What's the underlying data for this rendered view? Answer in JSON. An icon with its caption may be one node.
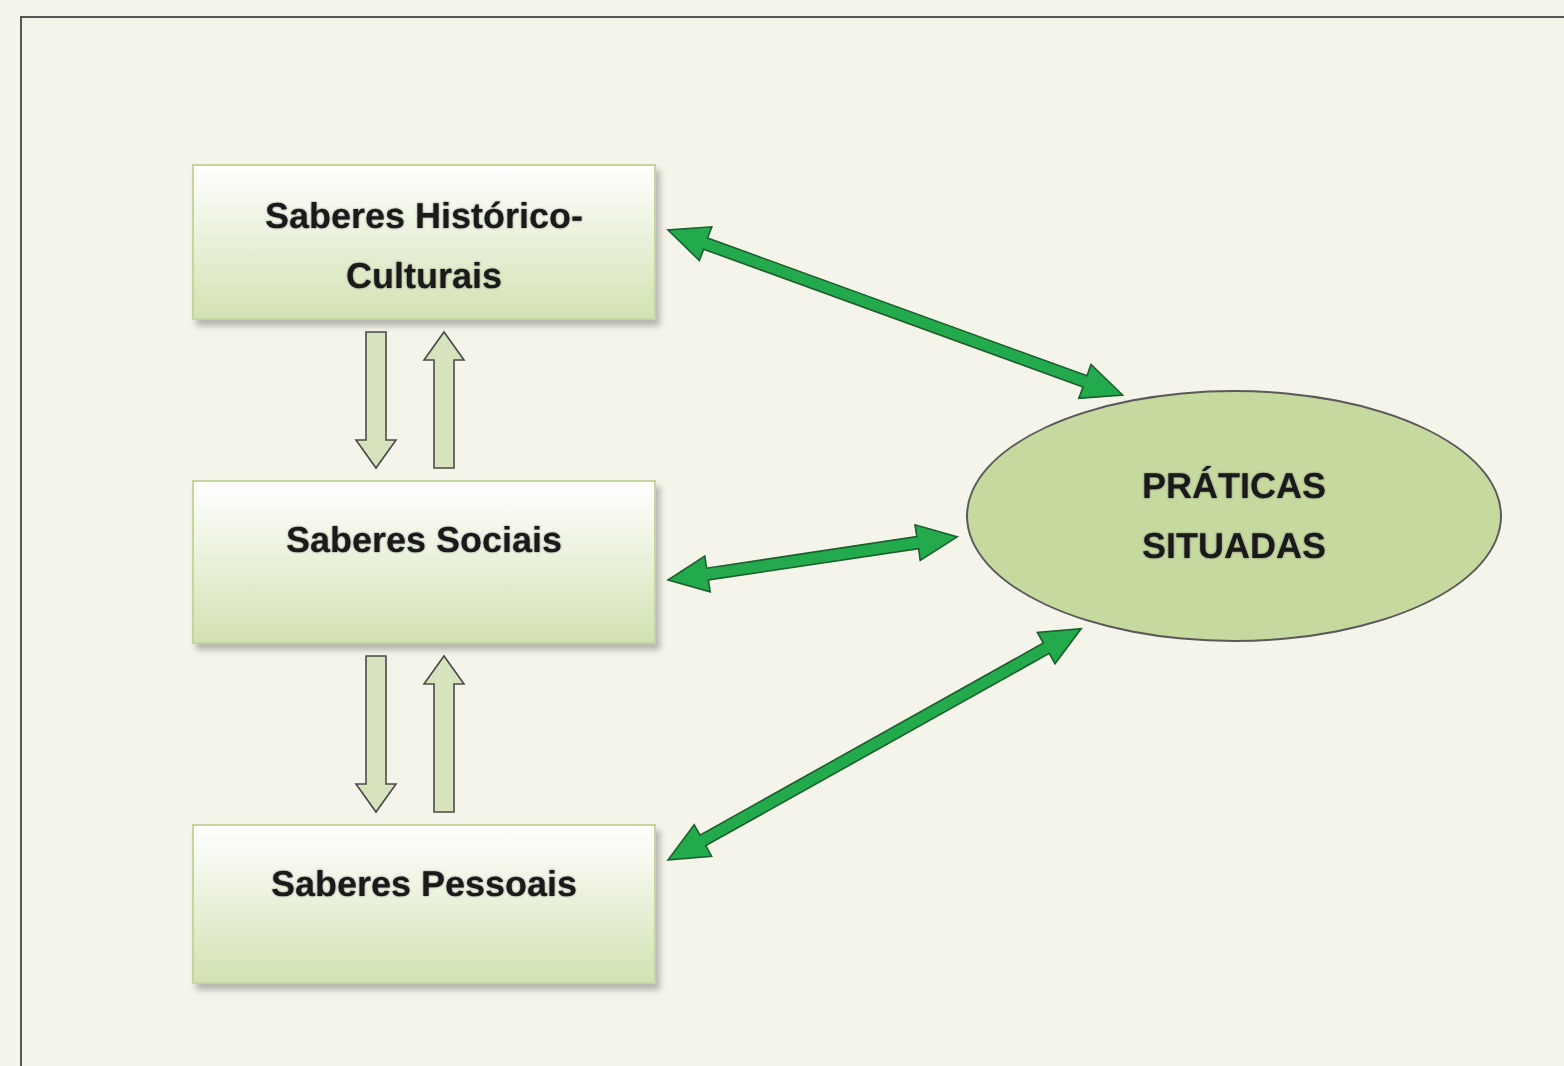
{
  "diagram": {
    "nodes": [
      {
        "text": [
          "Saberes Histórico-Culturais"
        ]
      },
      {
        "text": [
          "Saberes Sociais"
        ]
      },
      {
        "text": [
          "Saberes Pessoais"
        ]
      },
      {
        "text": [
          "PRÁTICAS SITUADAS"
        ]
      }
    ],
    "edges": [
      {
        "from": 0,
        "to": 1,
        "arrow": "to",
        "style": "thick"
      },
      {
        "from": 1,
        "to": 0,
        "arrow": "to",
        "style": "thick"
      },
      {
        "from": 1,
        "to": 2,
        "arrow": "to",
        "style": "thick"
      },
      {
        "from": 2,
        "to": 1,
        "arrow": "to",
        "style": "thick"
      },
      {
        "from": 0,
        "to": 3,
        "arrow": "both",
        "color": "#22aa4c"
      },
      {
        "from": 1,
        "to": 3,
        "arrow": "both",
        "color": "#22aa4c"
      },
      {
        "from": 2,
        "to": 3,
        "arrow": "both",
        "color": "#22aa4c"
      }
    ]
  }
}
